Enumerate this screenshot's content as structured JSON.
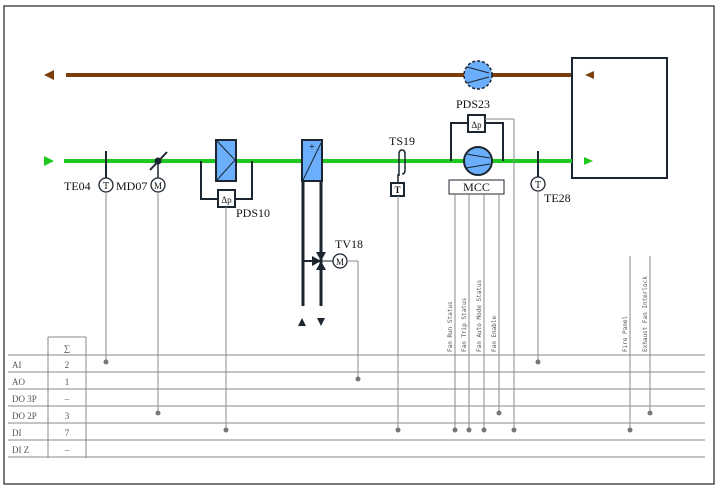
{
  "diagram": {
    "type": "HVAC air handling unit schematic",
    "colors": {
      "supply_air": "#1ec81e",
      "exhaust_air": "#7a3d0c",
      "component_fill": "#6aaefc",
      "line_dark": "#1c2630",
      "signal_line": "#8a8a8a"
    },
    "components": [
      {
        "id": "TE04",
        "label": "TE04",
        "symbol": "T",
        "kind": "temperature-sensor"
      },
      {
        "id": "MD07",
        "label": "MD07",
        "symbol": "M",
        "kind": "motorized-damper"
      },
      {
        "id": "PDS10",
        "label": "PDS10",
        "symbol": "Δp",
        "kind": "filter-differential-pressure"
      },
      {
        "id": "heating-coil",
        "label": "",
        "symbol": "+",
        "kind": "heating-coil"
      },
      {
        "id": "TV18",
        "label": "TV18",
        "symbol": "M",
        "kind": "three-way-valve"
      },
      {
        "id": "TS19",
        "label": "TS19",
        "symbol": "T",
        "kind": "frost-thermostat"
      },
      {
        "id": "PDS23",
        "label": "PDS23",
        "symbol": "Δp",
        "kind": "fan-differential-pressure"
      },
      {
        "id": "MCC",
        "label": "MCC",
        "symbol": "",
        "kind": "motor-control-center"
      },
      {
        "id": "TE28",
        "label": "TE28",
        "symbol": "T",
        "kind": "temperature-sensor"
      }
    ],
    "mcc_signals": [
      "Fan Run Status",
      "Fan Trip Status",
      "Fan Auto Mode Status",
      "Fan Enable"
    ],
    "external_signals": [
      "Fire Panel",
      "Exhaust Fan Interlock"
    ]
  },
  "io_table": {
    "sum_symbol": "∑",
    "rows": [
      {
        "type": "AI",
        "count": "2"
      },
      {
        "type": "AO",
        "count": "1"
      },
      {
        "type": "DO 3P",
        "count": "–"
      },
      {
        "type": "DO 2P",
        "count": "3"
      },
      {
        "type": "DI",
        "count": "7"
      },
      {
        "type": "DI Z",
        "count": "–"
      }
    ]
  }
}
